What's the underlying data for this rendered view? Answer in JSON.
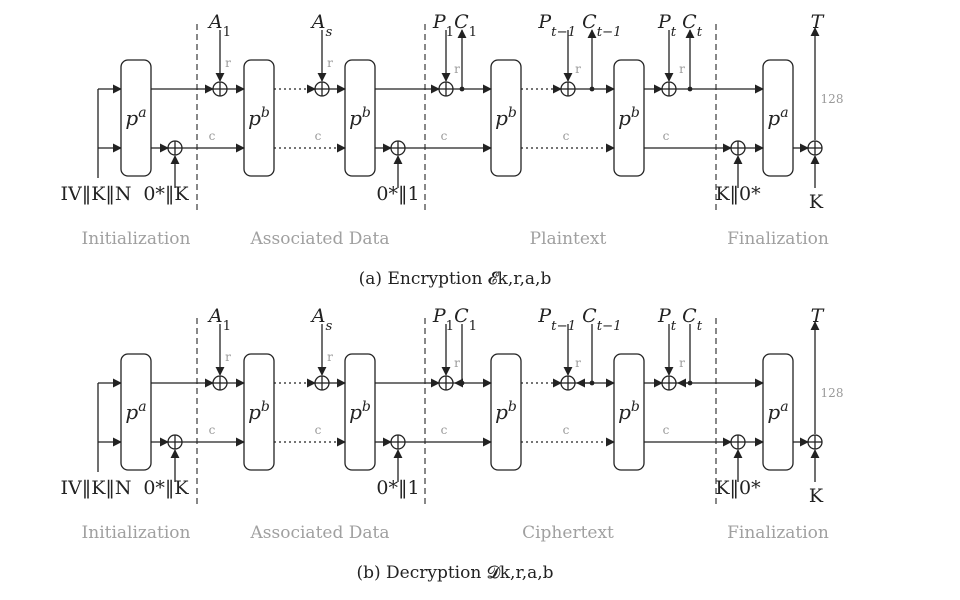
{
  "diagrams": [
    {
      "id": "enc",
      "perms": [
        "p^a",
        "p^b",
        "p^b",
        "p^b",
        "p^b",
        "p^a"
      ],
      "inputs": {
        "init": "IV‖K‖N",
        "key_xor": "0*‖K",
        "domain_sep": "0*‖1",
        "final_key": "K‖0*",
        "tag_key": "K"
      },
      "top_labels": [
        "A1",
        "As",
        "P1 C1",
        "Pt−1 Ct−1",
        "Pt Ct",
        "T"
      ],
      "rate_label": "r",
      "cap_label": "c",
      "tag_bits": "128",
      "phases": [
        "Initialization",
        "Associated Data",
        "Plaintext",
        "Finalization"
      ],
      "caption": "(a) Encryption 𝓔k,r,a,b"
    },
    {
      "id": "dec",
      "perms": [
        "p^a",
        "p^b",
        "p^b",
        "p^b",
        "p^b",
        "p^a"
      ],
      "inputs": {
        "init": "IV‖K‖N",
        "key_xor": "0*‖K",
        "domain_sep": "0*‖1",
        "final_key": "K‖0*",
        "tag_key": "K"
      },
      "top_labels": [
        "A1",
        "As",
        "P1 C1",
        "Pt−1 Ct−1",
        "Pt Ct",
        "T"
      ],
      "rate_label": "r",
      "cap_label": "c",
      "tag_bits": "128",
      "phases": [
        "Initialization",
        "Associated Data",
        "Ciphertext",
        "Finalization"
      ],
      "caption": "(b) Decryption 𝓓k,r,a,b"
    }
  ]
}
